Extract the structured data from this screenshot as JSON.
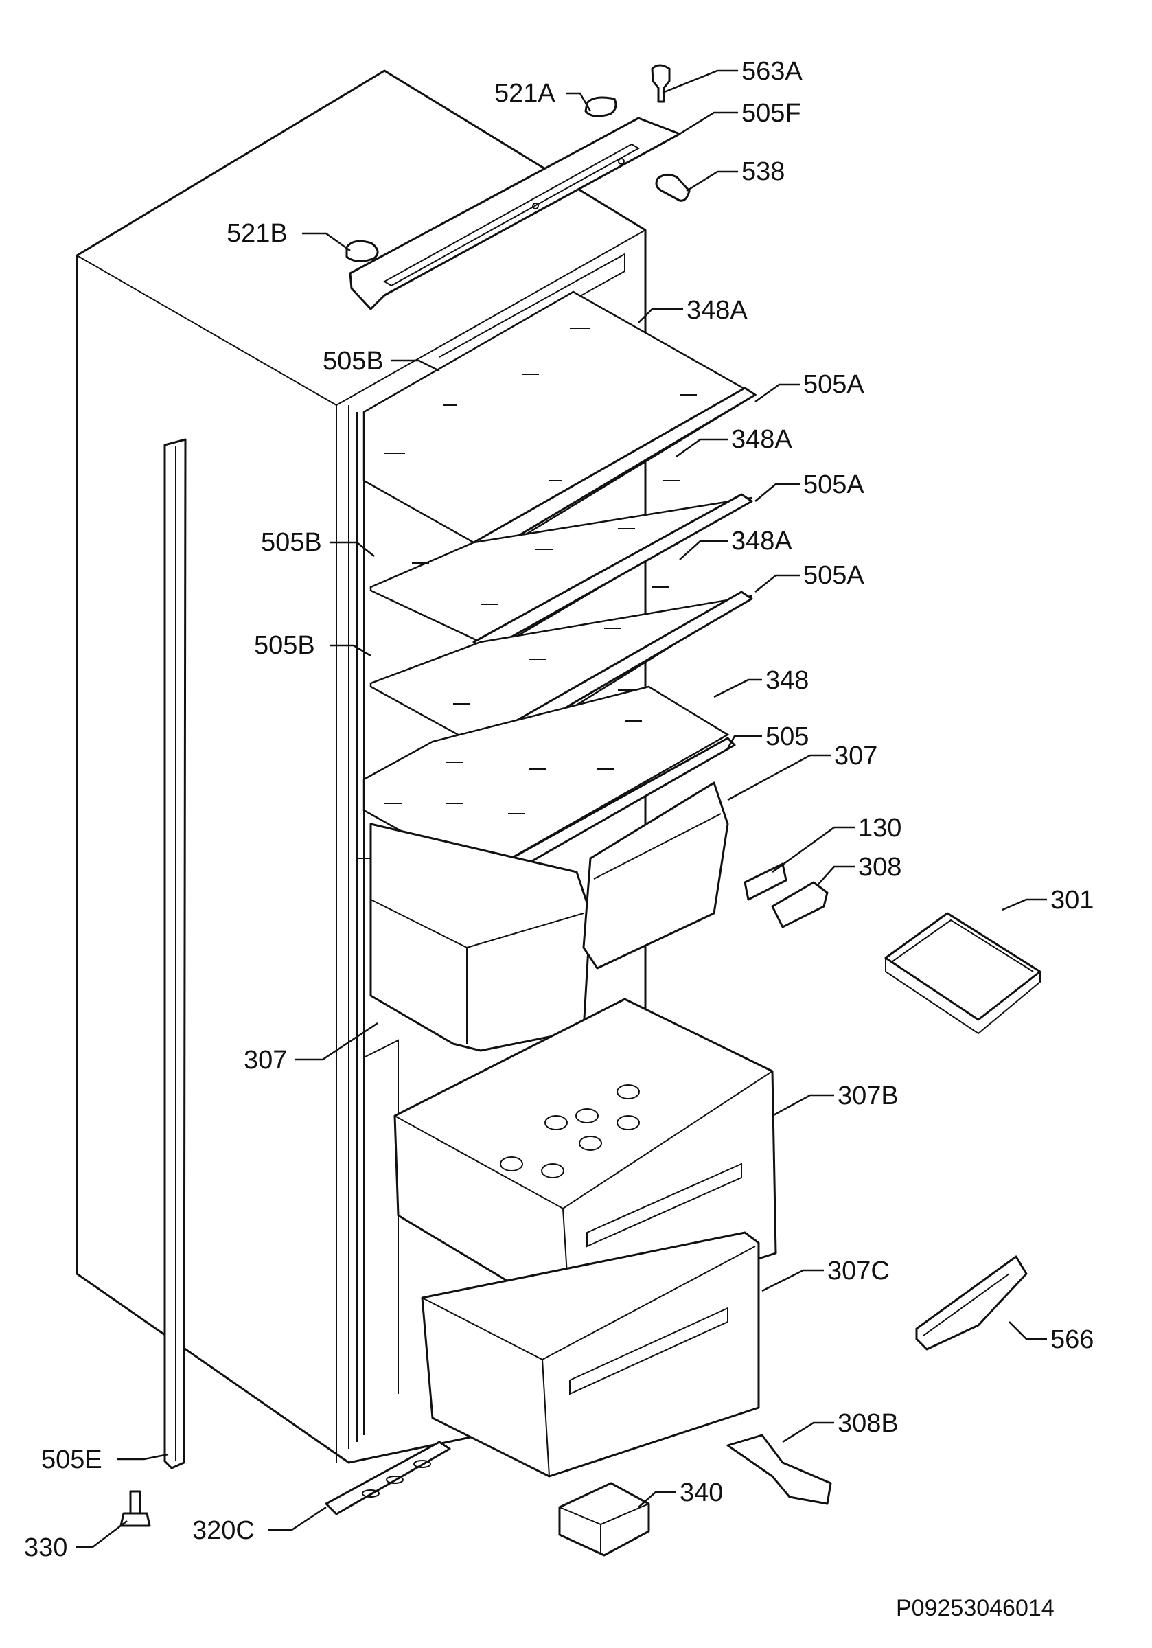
{
  "diagram": {
    "labels": {
      "l_563a": "563A",
      "l_521a": "521A",
      "l_505f": "505F",
      "l_538": "538",
      "l_521b": "521B",
      "l_348a_1": "348A",
      "l_505b_1": "505B",
      "l_505a_1": "505A",
      "l_348a_2": "348A",
      "l_505a_2": "505A",
      "l_505b_2": "505B",
      "l_348a_3": "348A",
      "l_505a_3": "505A",
      "l_505b_3": "505B",
      "l_348": "348",
      "l_505": "505",
      "l_307_top": "307",
      "l_130": "130",
      "l_308": "308",
      "l_301": "301",
      "l_307_left": "307",
      "l_307b": "307B",
      "l_307c": "307C",
      "l_566": "566",
      "l_308b": "308B",
      "l_505e": "505E",
      "l_340": "340",
      "l_330": "330",
      "l_320c": "320C"
    },
    "reference_code": "P09253046014"
  }
}
